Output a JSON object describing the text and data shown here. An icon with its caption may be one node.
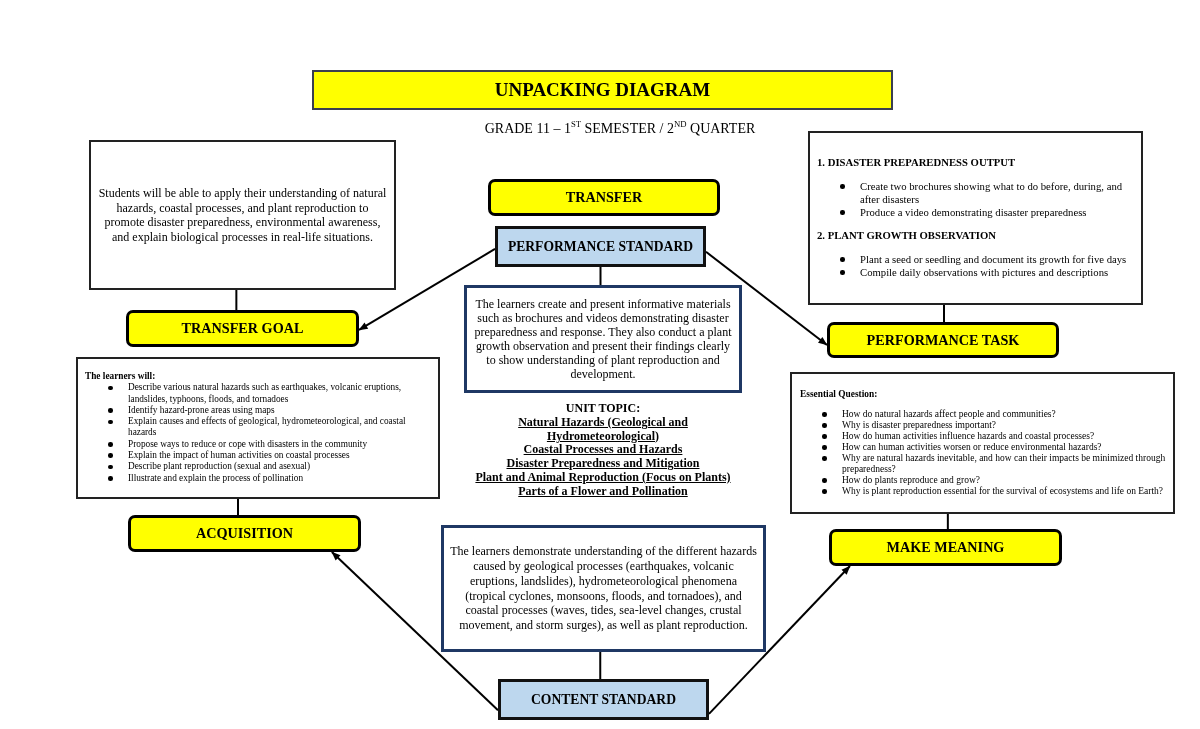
{
  "diagram": {
    "title": "UNPACKING DIAGRAM",
    "nodes": [
      {
        "text": [
          "TRANSFER"
        ]
      },
      {
        "text": [
          "PERFORMANCE STANDARD"
        ]
      },
      {
        "text": [
          "The learners create and present informative materials such as brochures and videos demonstrating disaster preparedness and response. They also conduct a plant growth observation and present their findings clearly to show understanding of plant reproduction and development."
        ]
      },
      {
        "text": [
          "Students will be able to apply their understanding of natural hazards, coastal processes, and plant reproduction to promote disaster preparedness, environmental awareness, and explain biological processes in real-life situations."
        ]
      },
      {
        "text": [
          "TRANSFER GOAL"
        ]
      },
      {
        "text": [
          "The learners will:",
          "Describe various natural hazards such as earthquakes, volcanic eruptions, landslides, typhoons, floods, and tornadoes",
          "Identify hazard-prone areas using maps",
          "Explain causes and effects of geological, hydrometeorological, and coastal hazards",
          "Propose ways to reduce or cope with disasters in the community",
          "Explain the impact of human activities on coastal processes",
          "Describe plant reproduction (sexual and asexual)",
          "Illustrate and explain the process of pollination"
        ]
      },
      {
        "text": [
          "ACQUISITION"
        ]
      },
      {
        "text": [
          "1. DISASTER PREPAREDNESS OUTPUT",
          "Create two brochures showing what to do before, during, and after disasters",
          "Produce a video demonstrating disaster preparedness",
          "2. PLANT GROWTH OBSERVATION",
          "Plant a seed or seedling and document its growth for five days",
          "Compile daily observations with pictures and descriptions"
        ]
      },
      {
        "text": [
          "PERFORMANCE TASK"
        ]
      },
      {
        "text": [
          "Essential Question:",
          "How do natural hazards affect people and communities?",
          "Why is disaster preparedness important?",
          "How do human activities influence hazards and coastal processes?",
          "How can human activities worsen or reduce environmental hazards?",
          "Why are natural hazards inevitable, and how can their impacts be minimized through preparedness?",
          "How do plants reproduce and grow?",
          "Why is plant reproduction essential for the survival of ecosystems and life on Earth?"
        ]
      },
      {
        "text": [
          "MAKE MEANING"
        ]
      },
      {
        "text": [
          "The learners demonstrate understanding of the different hazards caused by geological processes (earthquakes, volcanic eruptions, landslides), hydrometeorological phenomena (tropical cyclones, monsoons, floods, and tornadoes), and coastal processes (waves, tides, sea-level changes, crustal movement, and storm surges), as well as plant reproduction."
        ]
      },
      {
        "text": [
          "CONTENT STANDARD"
        ]
      }
    ],
    "edges": [
      {
        "from": 1,
        "to": 4,
        "arrow": "to"
      },
      {
        "from": 1,
        "to": 8,
        "arrow": "to"
      },
      {
        "from": 1,
        "to": 2,
        "arrow": "none"
      },
      {
        "from": 3,
        "to": 4,
        "arrow": "none"
      },
      {
        "from": 5,
        "to": 6,
        "arrow": "none"
      },
      {
        "from": 7,
        "to": 8,
        "arrow": "none"
      },
      {
        "from": 9,
        "to": 10,
        "arrow": "none"
      },
      {
        "from": 12,
        "to": 6,
        "arrow": "to"
      },
      {
        "from": 12,
        "to": 10,
        "arrow": "to"
      },
      {
        "from": 11,
        "to": 12,
        "arrow": "none"
      }
    ],
    "labels": [
      "GRADE 11 – 1$^{ST}$ SEMESTER / 2$^{ND}$ QUARTER",
      "UNIT TOPIC:",
      "Natural Hazards (Geological and Hydrometeorological)",
      "Coastal Processes and Hazards",
      "Disaster Preparedness and Mitigation",
      "Plant and Animal Reproduction (Focus on Plants)",
      "Parts of a Flower and Pollination"
    ]
  }
}
